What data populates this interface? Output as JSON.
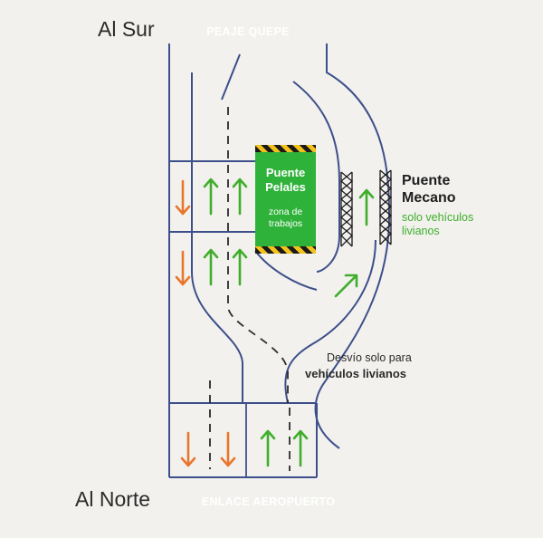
{
  "labels": {
    "south": "Al Sur",
    "north": "Al Norte",
    "toll": "PEAJE QUEPE",
    "interchange": "ENLACE AEROPUERTO",
    "bridge_pelales_title": "Puente\nPelales",
    "bridge_pelales_sub": "zona de\ntrabajos",
    "bridge_mecano_title": "Puente\nMecano",
    "bridge_mecano_sub": "solo vehículos\nlivianos",
    "detour_line1": "Desvío solo para",
    "detour_line2": "vehículos livianos"
  },
  "colors": {
    "banner": "#f07521",
    "bridge": "#2fb23a",
    "arrow_south": "#e8762b",
    "arrow_north": "#3fae2a",
    "road_line": "#3d4f8a",
    "lane_dash": "#2b2b2b"
  },
  "arrows": [
    {
      "name": "lane-arrow-south-upper",
      "direction": "south",
      "color": "orange"
    },
    {
      "name": "lane-arrow-north-upper-1",
      "direction": "north",
      "color": "green"
    },
    {
      "name": "lane-arrow-north-upper-2",
      "direction": "north",
      "color": "green"
    },
    {
      "name": "lane-arrow-south-middle",
      "direction": "south",
      "color": "orange"
    },
    {
      "name": "lane-arrow-north-middle-1",
      "direction": "north",
      "color": "green"
    },
    {
      "name": "lane-arrow-north-middle-2",
      "direction": "north",
      "color": "green"
    },
    {
      "name": "lane-arrow-south-lower-1",
      "direction": "south",
      "color": "orange"
    },
    {
      "name": "lane-arrow-south-lower-2",
      "direction": "south",
      "color": "orange"
    },
    {
      "name": "lane-arrow-north-lower-1",
      "direction": "north",
      "color": "green"
    },
    {
      "name": "lane-arrow-north-lower-2",
      "direction": "north",
      "color": "green"
    },
    {
      "name": "mecano-lane-arrow",
      "direction": "north",
      "color": "green"
    },
    {
      "name": "detour-ramp-arrow",
      "direction": "northeast",
      "color": "green"
    }
  ]
}
